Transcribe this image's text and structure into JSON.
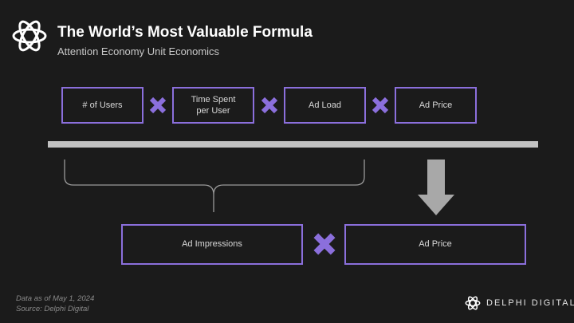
{
  "header": {
    "title": "The World’s Most Valuable Formula",
    "subtitle": "Attention Economy Unit Economics"
  },
  "formula_top": {
    "factors": [
      "# of Users",
      "Time Spent\nper User",
      "Ad Load",
      "Ad Price"
    ],
    "operator_icon": "multiply-icon"
  },
  "formula_bottom": {
    "factors": [
      "Ad Impressions",
      "Ad Price"
    ],
    "operator_icon": "multiply-icon"
  },
  "footer": {
    "note_line1": "Data as of May 1, 2024",
    "note_line2": "Source: Delphi Digital",
    "brand": "DELPHI DIGITAL"
  },
  "colors": {
    "background": "#1b1b1b",
    "accent": "#8b6fdc",
    "divider": "#c2c2c2"
  }
}
